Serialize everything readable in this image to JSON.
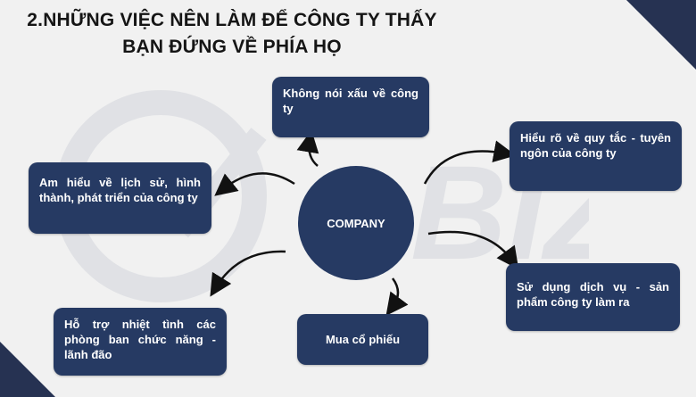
{
  "title": {
    "number": "2.",
    "line1": "NHỮNG VIỆC NÊN LÀM ĐỂ CÔNG TY THẤY",
    "line2": "BẠN ĐỨNG VỀ PHÍA HỌ"
  },
  "center": {
    "label": "COMPANY"
  },
  "boxes": {
    "top": "Không nói xấu về công ty",
    "right_top": "Hiểu rõ về quy tắc - tuyên ngôn của công ty",
    "left": "Am hiểu về lịch sử, hình thành, phát triển của công ty",
    "right_bottom": "Sử dụng dịch vụ - sản phẩm công ty làm ra",
    "bottom": "Mua cổ phiếu",
    "left_bottom": "Hỗ trợ nhiệt tình các phòng ban chức năng - lãnh đão"
  },
  "colors": {
    "box": "#263a63",
    "corner": "#263252",
    "background": "#f1f1f1"
  }
}
